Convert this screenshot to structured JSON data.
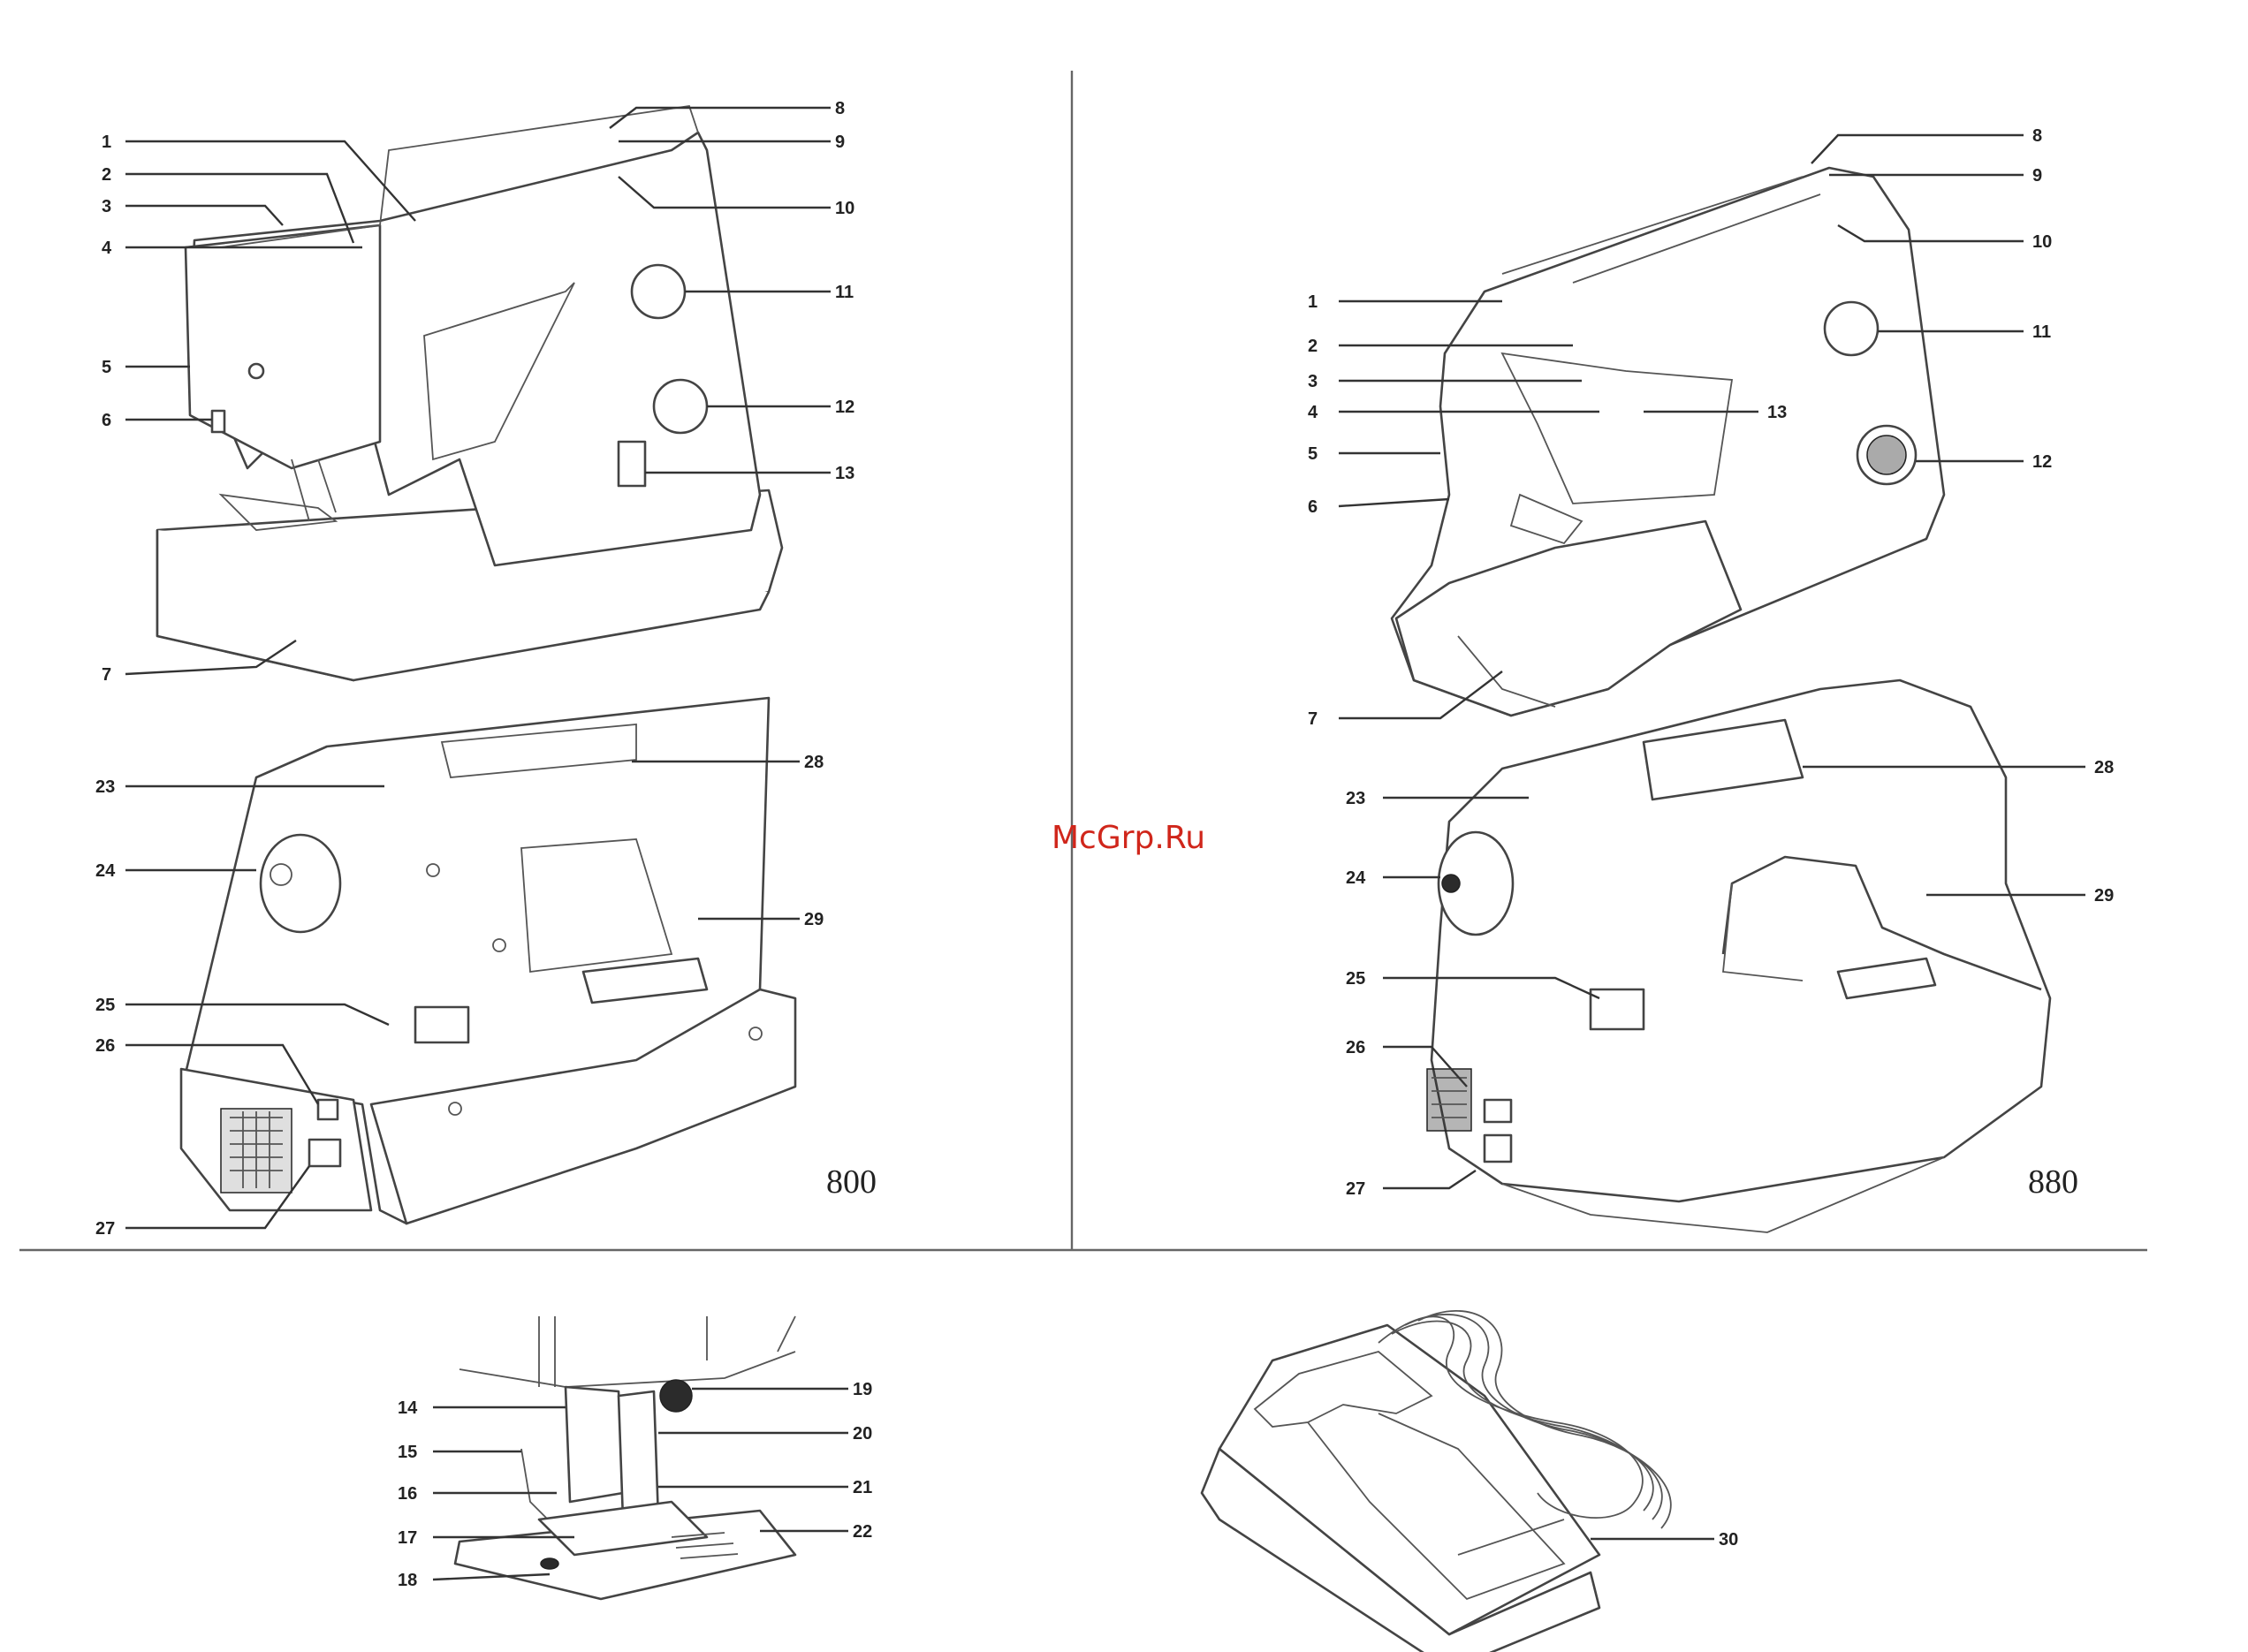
{
  "watermark": "McGrp.Ru",
  "models": {
    "left": "800",
    "right": "880"
  },
  "callouts": {
    "m800_front": [
      "1",
      "2",
      "3",
      "4",
      "5",
      "6",
      "7",
      "8",
      "9",
      "10",
      "11",
      "12",
      "13"
    ],
    "m800_back": [
      "23",
      "24",
      "25",
      "26",
      "27",
      "28",
      "29"
    ],
    "m880_front": [
      "1",
      "2",
      "3",
      "4",
      "5",
      "6",
      "7",
      "8",
      "9",
      "10",
      "11",
      "12",
      "13"
    ],
    "m880_back": [
      "23",
      "24",
      "25",
      "26",
      "27",
      "28",
      "29"
    ],
    "presser_foot": [
      "14",
      "15",
      "16",
      "17",
      "18",
      "19",
      "20",
      "21",
      "22"
    ],
    "foot_pedal": [
      "30"
    ]
  }
}
